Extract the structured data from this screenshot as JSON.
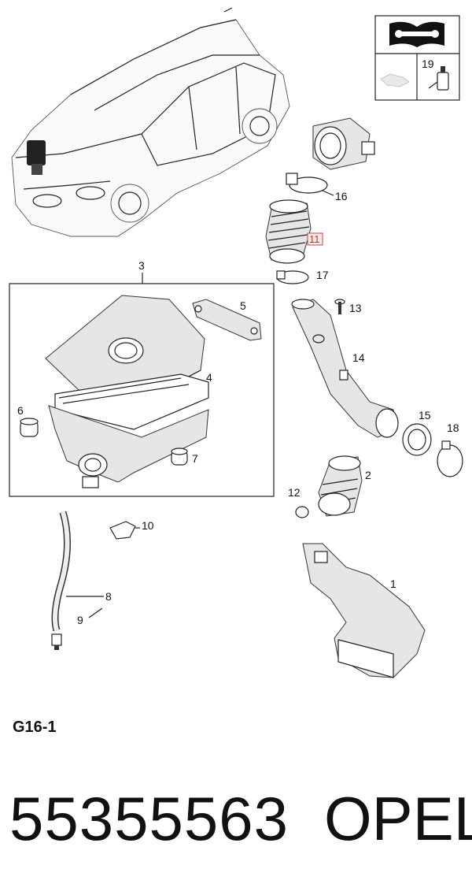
{
  "diagram_code": "G16-1",
  "part_number": "55355563",
  "brand": "OPEL",
  "callouts": {
    "c1": "1",
    "c2": "2",
    "c3": "3",
    "c4": "4",
    "c5": "5",
    "c6": "6",
    "c7": "7",
    "c8": "8",
    "c9": "9",
    "c10": "10",
    "c11": "11",
    "c12": "12",
    "c13": "13",
    "c14": "14",
    "c15": "15",
    "c16": "16",
    "c17": "17",
    "c18": "18",
    "c19": "19"
  },
  "highlighted_callout": "11",
  "icons": [
    "manual-wrench-icon",
    "sensor-icon"
  ]
}
